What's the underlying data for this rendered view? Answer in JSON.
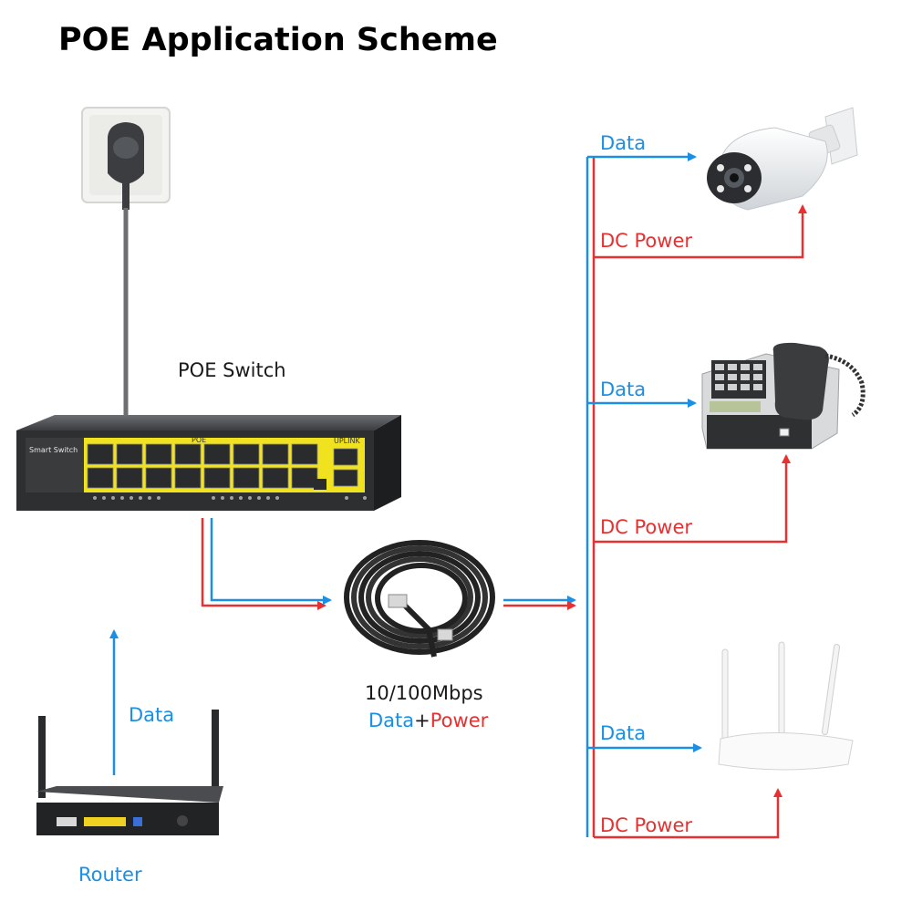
{
  "title": "POE Application Scheme",
  "switch": {
    "label": "POE Switch",
    "brand": "Smart Switch",
    "poe_label": "POE",
    "uplink_label": "UPLINK"
  },
  "cable": {
    "speed": "10/100Mbps",
    "data_word": "Data",
    "plus": "+",
    "power_word": "Power"
  },
  "router": {
    "label": "Router",
    "data_label": "Data"
  },
  "devices": [
    {
      "name": "camera",
      "data_label": "Data",
      "power_label": "DC Power"
    },
    {
      "name": "phone",
      "data_label": "Data",
      "power_label": "DC Power"
    },
    {
      "name": "wifi-router",
      "data_label": "Data",
      "power_label": "DC Power"
    }
  ],
  "colors": {
    "data": "#1a8fe6",
    "power": "#e83030",
    "switch_accent": "#f5e61e"
  }
}
